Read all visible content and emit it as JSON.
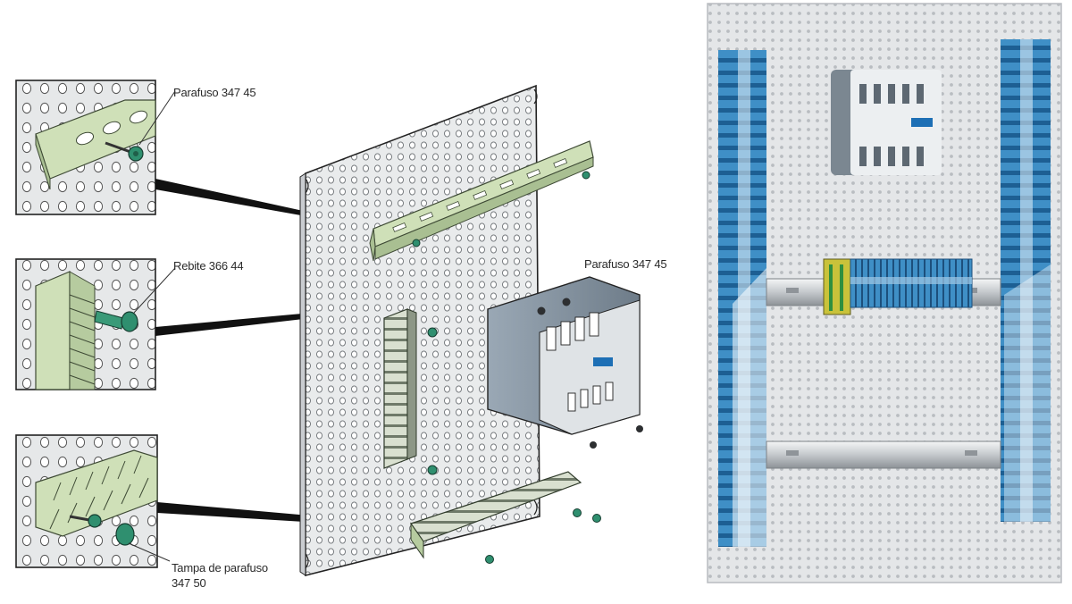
{
  "labels": {
    "screw_top": "Parafuso 347 45",
    "rivet": "Rebite 366 44",
    "screw_transformer": "Parafuso 347 45",
    "screw_cover_line1": "Tampa de parafuso",
    "screw_cover_line2": "347 50"
  },
  "colors": {
    "rail_green": "#cfe0b8",
    "hardware_green": "#2f8f6f",
    "trunking_blue": "#3f8fc6",
    "transformer_grey": "#8fa0ae",
    "plate_grey": "#dcdfe2",
    "terminal_yellow": "#c9c23a"
  },
  "icons": {
    "screw": "screw-icon",
    "rivet": "rivet-icon",
    "screw_cover": "screw-cover-icon",
    "transformer_logo": "legrand-logo"
  }
}
